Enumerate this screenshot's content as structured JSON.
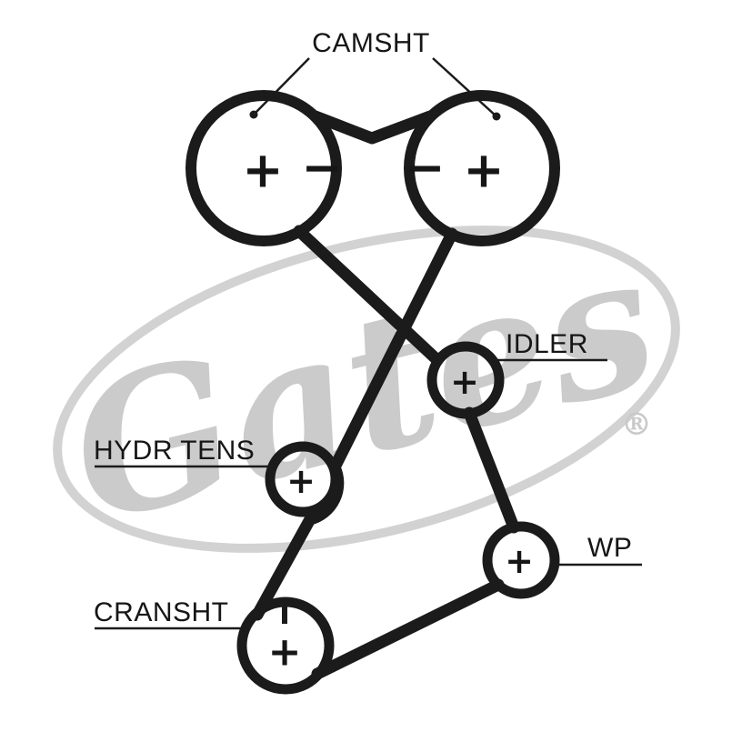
{
  "watermark": {
    "brand": "Gates",
    "registered": "®"
  },
  "labels": {
    "camshaft": "CAMSHT",
    "idler": "IDLER",
    "hydraulic_tensioner": "HYDR TENS",
    "water_pump": "WP",
    "crankshaft": "CRANSHT"
  },
  "marks": {
    "cam_left_plus": "+",
    "cam_left_minus": "−",
    "cam_right_minus": "−",
    "cam_right_plus": "+",
    "idler_plus": "+",
    "tensioner_plus": "+",
    "water_pump_plus": "+",
    "crankshaft_plus": "+"
  },
  "colors": {
    "diagram_line": "#1b1b1b",
    "watermark_gray": "#cbcbcb",
    "background": "#ffffff"
  }
}
